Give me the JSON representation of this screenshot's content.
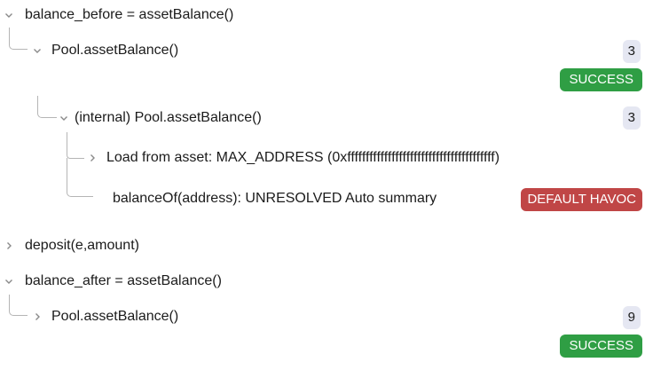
{
  "colors": {
    "success_badge_bg": "#2f9e44",
    "havoc_badge_bg": "#c04646",
    "count_badge_bg": "#e5e7f2",
    "text": "#1b1b1b",
    "connector_line": "#b5b5b5",
    "chevron": "#8a8a8a"
  },
  "rows": [
    {
      "label": "balance_before = assetBalance()"
    },
    {
      "label": "Pool.assetBalance()",
      "count": "3",
      "status": "SUCCESS"
    },
    {
      "label": "(internal) Pool.assetBalance()",
      "count": "3"
    },
    {
      "label": "Load from asset: MAX_ADDRESS (0xffffffffffffffffffffffffffffffffffffffff)"
    },
    {
      "label": "balanceOf(address): UNRESOLVED Auto summary",
      "status": "DEFAULT HAVOC"
    },
    {
      "label": "deposit(e,amount)"
    },
    {
      "label": "balance_after = assetBalance()"
    },
    {
      "label": "Pool.assetBalance()",
      "count": "9",
      "status": "SUCCESS"
    }
  ]
}
